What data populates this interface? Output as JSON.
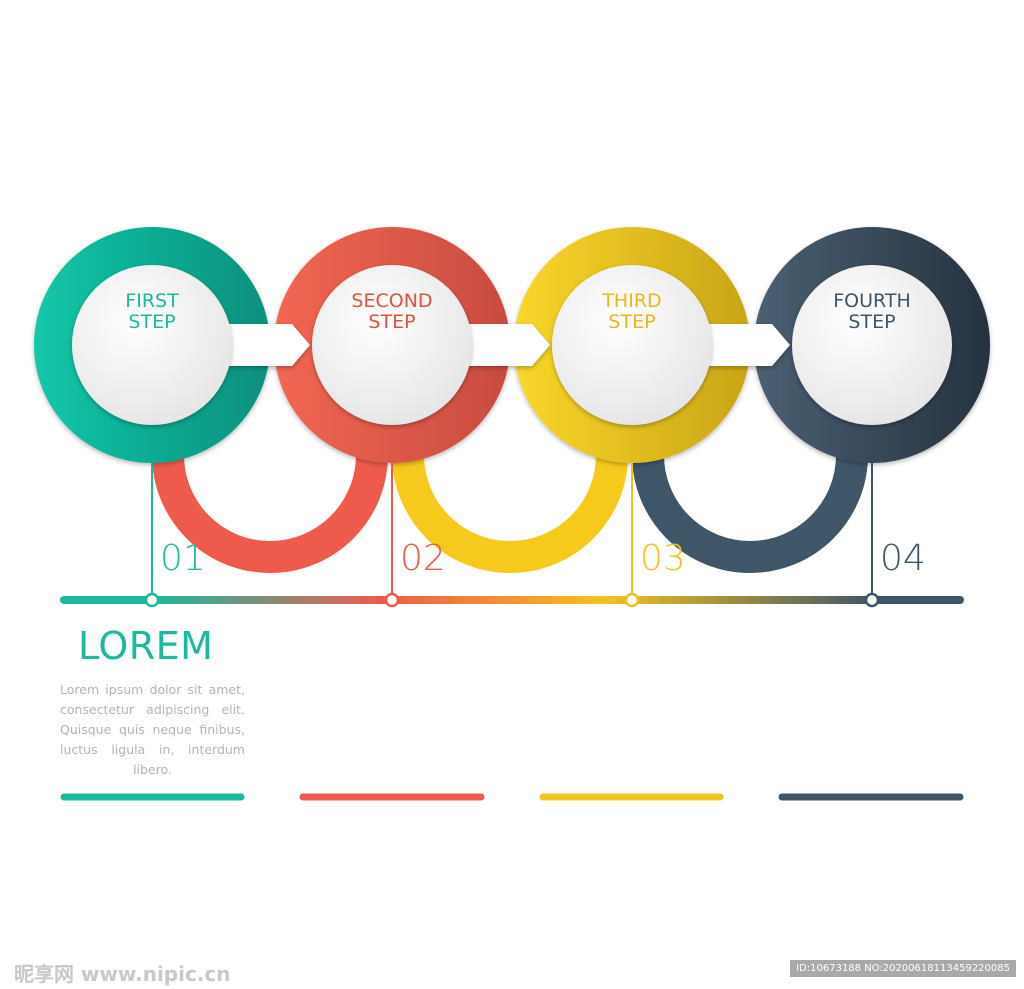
{
  "colors": {
    "teal": "#1bb99e",
    "red": "#ee5b4c",
    "yellow": "#f3c31d",
    "navy": "#3f5568"
  },
  "steps": [
    {
      "line1": "FIRST",
      "line2": "STEP",
      "number": "01",
      "color": "#1bb99e"
    },
    {
      "line1": "SECOND",
      "line2": "STEP",
      "number": "02",
      "color": "#ee5b4c"
    },
    {
      "line1": "THIRD",
      "line2": "STEP",
      "number": "03",
      "color": "#f3c31d"
    },
    {
      "line1": "FOURTH",
      "line2": "STEP",
      "number": "04",
      "color": "#3f5568"
    }
  ],
  "content": {
    "title": "LOREM",
    "body": "Lorem ipsum dolor sit amet, consectetur adipiscing elit. Quisque quis neque finibus, luctus ligula in, interdum libero."
  },
  "watermark": {
    "left": "昵享网 www.nipic.cn",
    "right": "ID:10673188 NO:20200618113459220085"
  }
}
